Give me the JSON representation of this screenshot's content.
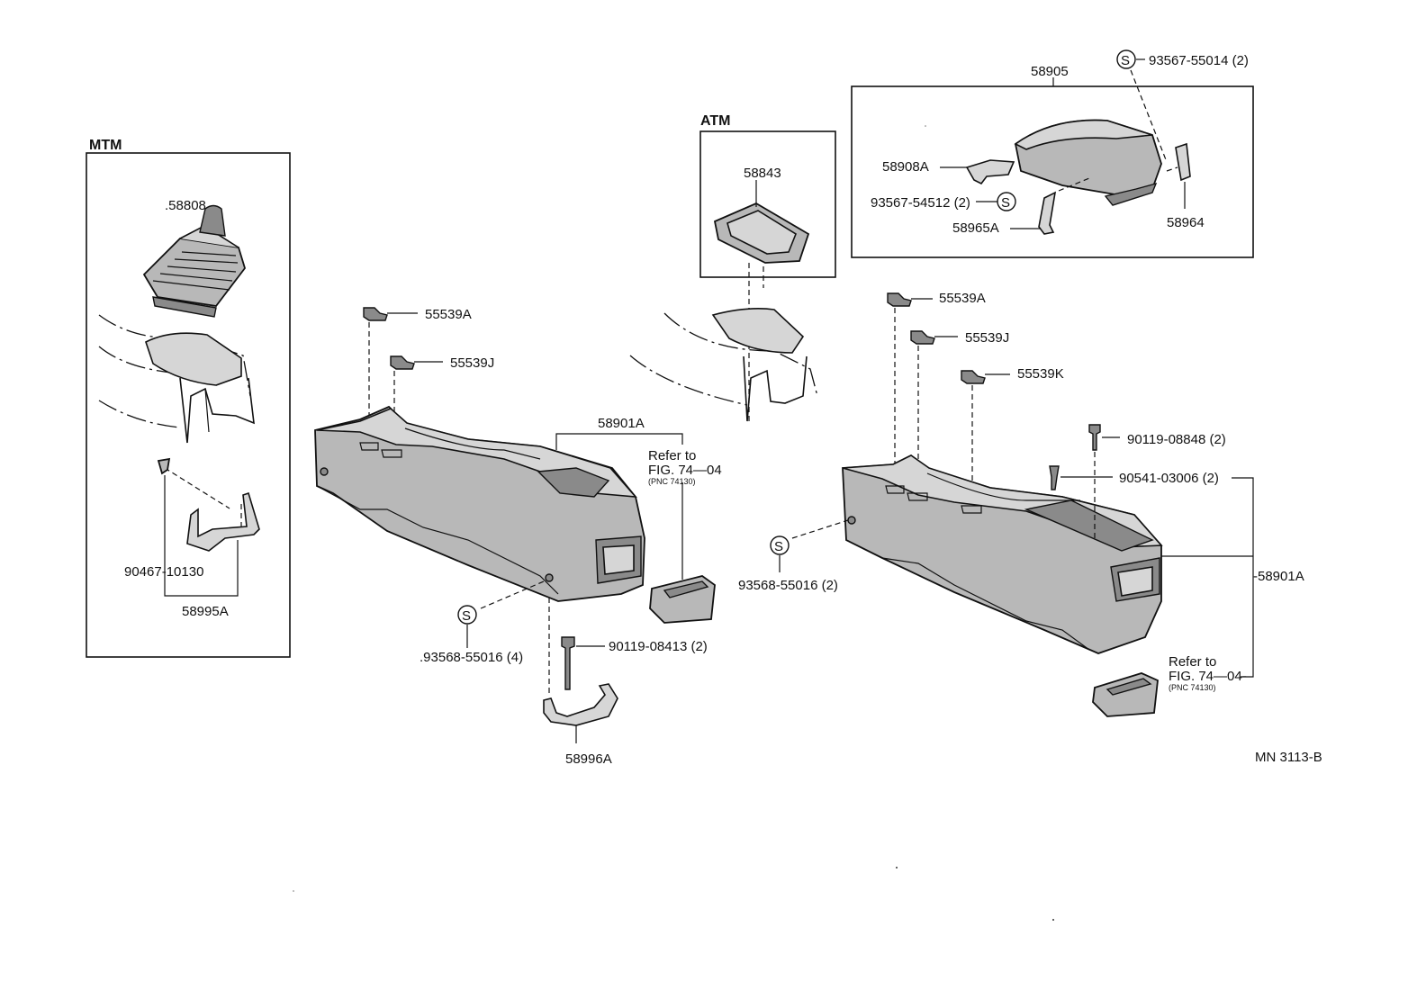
{
  "groups": {
    "mtm": "MTM",
    "atm": "ATM"
  },
  "parts": {
    "p58808": ".58808",
    "p90467": "90467-10130",
    "p58995A": "58995A",
    "p55539A_left": "55539A",
    "p55539J_left": "55539J",
    "p58901A_left": "58901A",
    "p93568_left": ".93568-55016 (4)",
    "p90119_08413": "90119-08413 (2)",
    "p58996A": "58996A",
    "p58843": "58843",
    "p58905": "58905",
    "p93567_55014": "93567-55014 (2)",
    "p58908A": "58908A",
    "p93567_54512": "93567-54512 (2)",
    "p58965A": "58965A",
    "p58964": "58964",
    "p55539A_right": "55539A",
    "p55539J_right": "55539J",
    "p55539K": "55539K",
    "p90119_08848": "90119-08848 (2)",
    "p90541_03006": "90541-03006 (2)",
    "p93568_right": "93568-55016 (2)",
    "p58901A_right": "-58901A"
  },
  "refs": {
    "left": {
      "line1": "Refer to",
      "line2": "FIG. 74—04",
      "line3": "(PNC 74130)"
    },
    "right": {
      "line1": "Refer to",
      "line2": "FIG. 74—04-",
      "line3": "(PNC 74130)"
    }
  },
  "symbols": {
    "s": "S"
  },
  "catalog_code": "MN 3113-B"
}
